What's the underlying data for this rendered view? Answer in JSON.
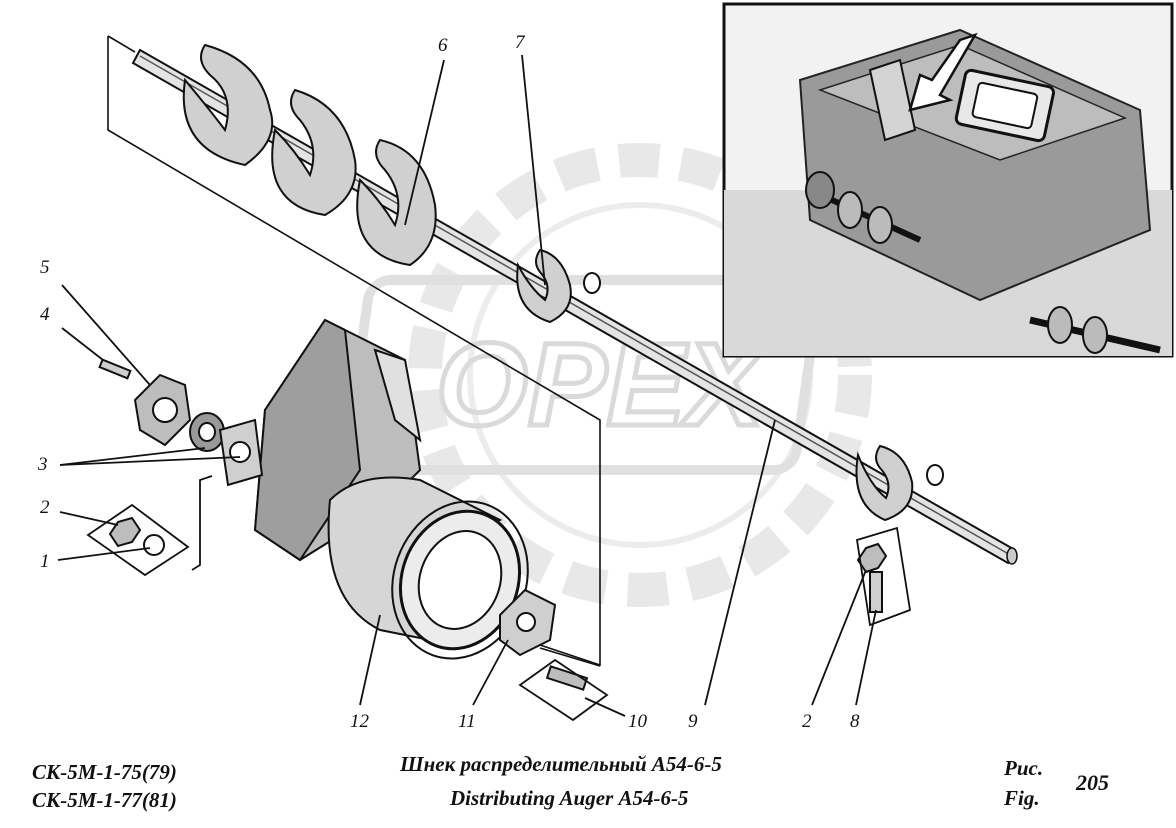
{
  "watermark": {
    "text": "OPEX",
    "color": "#c8c8c8"
  },
  "callouts": {
    "c1": "1",
    "c2a": "2",
    "c2b": "2",
    "c3": "3",
    "c4": "4",
    "c5": "5",
    "c6": "6",
    "c7": "7",
    "c8": "8",
    "c9": "9",
    "c10": "10",
    "c11": "11",
    "c12": "12"
  },
  "footer": {
    "model_line_1": "СК-5М-1-75(79)",
    "model_line_2": "СК-5М-1-77(81)",
    "title_ru": "Шнек распределительный А54-6-5",
    "title_en": "Distributing Auger  А54-6-5",
    "fig_ru": "Рис.",
    "fig_en": "Fig.",
    "figure_number": "205"
  }
}
